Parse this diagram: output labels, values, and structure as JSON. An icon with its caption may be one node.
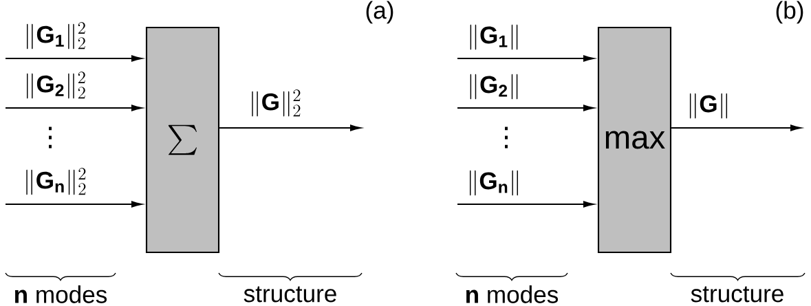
{
  "diagram": {
    "nodes": [
      {
        "text": [
          "\\sum"
        ]
      },
      {
        "text": [
          "max"
        ]
      }
    ],
    "edges": [
      {
        "from": null,
        "to": 0,
        "arrow": "to",
        "label": "\\|\\mathbf{G}_{\\mathbf{1}}\\|_2^2"
      },
      {
        "from": null,
        "to": 0,
        "arrow": "to",
        "label": "\\|\\mathbf{G}_{\\mathbf{2}}\\|_2^2"
      },
      {
        "from": null,
        "to": 0,
        "arrow": "to",
        "label": "\\|\\mathbf{G}_{\\mathbf{n}}\\|_2^2"
      },
      {
        "from": 0,
        "to": null,
        "arrow": "to",
        "label": "\\|\\mathbf{G}\\|_2^2"
      },
      {
        "from": null,
        "to": 1,
        "arrow": "to",
        "label": "\\|\\mathbf{G}_{\\mathbf{1}}\\|"
      },
      {
        "from": null,
        "to": 1,
        "arrow": "to",
        "label": "\\|\\mathbf{G}_{\\mathbf{2}}\\|"
      },
      {
        "from": null,
        "to": 1,
        "arrow": "to",
        "label": "\\|\\mathbf{G}_{\\mathbf{n}}\\|"
      },
      {
        "from": 1,
        "to": null,
        "arrow": "to",
        "label": "\\|\\mathbf{G}\\|"
      }
    ],
    "labels": [
      "(a)",
      "(b)",
      "⋮",
      "⋮",
      "**n** modes",
      "structure",
      "**n** modes",
      "structure"
    ]
  }
}
